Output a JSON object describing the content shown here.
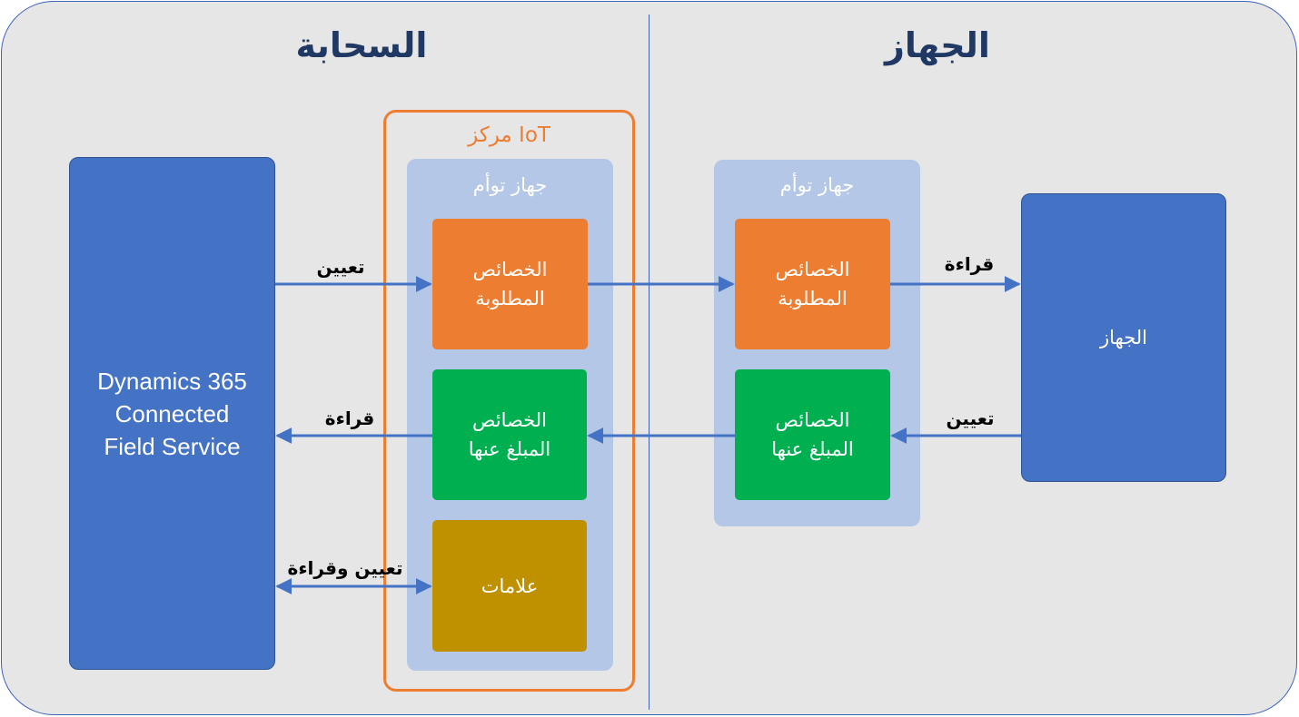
{
  "sections": {
    "cloud_title": "السحابة",
    "device_title": "الجهاز"
  },
  "iot_hub": {
    "label": "مركز IoT"
  },
  "cloud_twin": {
    "label": "جهاز توأم",
    "desired": "الخصائص\nالمطلوبة",
    "reported": "الخصائص\nالمبلغ عنها",
    "tags": "علامات"
  },
  "device_twin": {
    "label": "جهاز توأم",
    "desired": "الخصائص\nالمطلوبة",
    "reported": "الخصائص\nالمبلغ عنها"
  },
  "cfs": {
    "label": "Dynamics 365\nConnected\nField Service"
  },
  "device": {
    "label": "الجهاز"
  },
  "arrows": {
    "cfs_to_desired": "تعيين",
    "reported_to_cfs": "قراءة",
    "cfs_tags": "تعيين وقراءة",
    "desired_to_device": "قراءة",
    "device_to_reported": "تعيين"
  },
  "colors": {
    "background": "#e6e6e6",
    "dark_blue": "#4472c4",
    "light_blue": "#b4c7e7",
    "orange": "#ed7d31",
    "green": "#00b050",
    "gold": "#bf9000",
    "title": "#1f3864"
  }
}
